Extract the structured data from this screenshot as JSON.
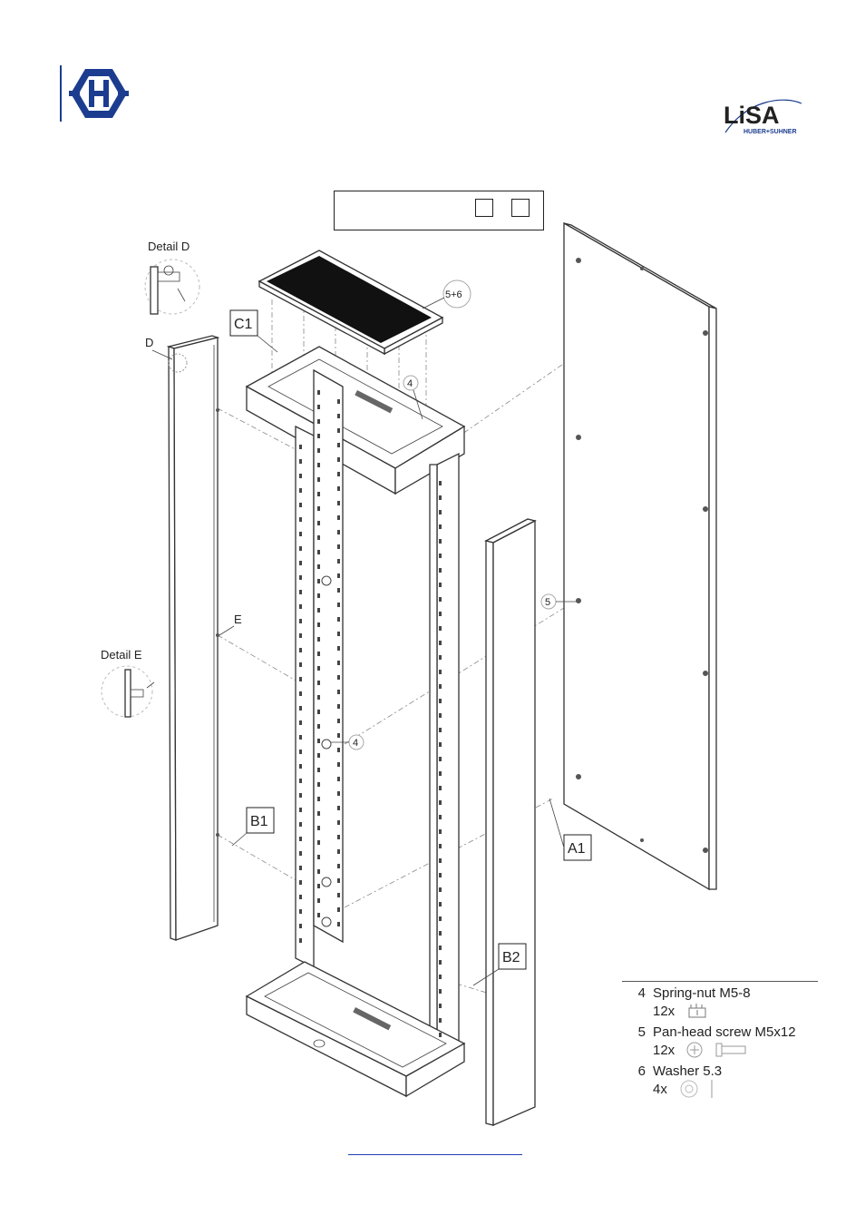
{
  "brand": {
    "left_logo_icon": "huber-suhner-h-hexagon-logo",
    "left_logo_color": "#1c3d8f",
    "right_logo_text": "LiSA",
    "right_logo_subtext": "HUBER+SUHNER"
  },
  "diagram": {
    "detail_d_label": "Detail D",
    "detail_e_label": "Detail E",
    "marker_d": "D",
    "marker_e": "E",
    "callouts": {
      "c1": "C1",
      "b1": "B1",
      "b2": "B2",
      "a1": "A1"
    },
    "bubbles": {
      "top_cover": "5+6",
      "frame_top": "4",
      "frame_mid": "4",
      "panel_a1": "5"
    }
  },
  "parts_list": [
    {
      "num": "4",
      "name": "Spring-nut M5-8",
      "qty": "12x",
      "icon": "spring-nut-icon"
    },
    {
      "num": "5",
      "name": "Pan-head screw M5x12",
      "qty": "12x",
      "icon": "pan-head-screw-icon"
    },
    {
      "num": "6",
      "name": "Washer 5.3",
      "qty": "4x",
      "icon": "washer-icon"
    }
  ]
}
